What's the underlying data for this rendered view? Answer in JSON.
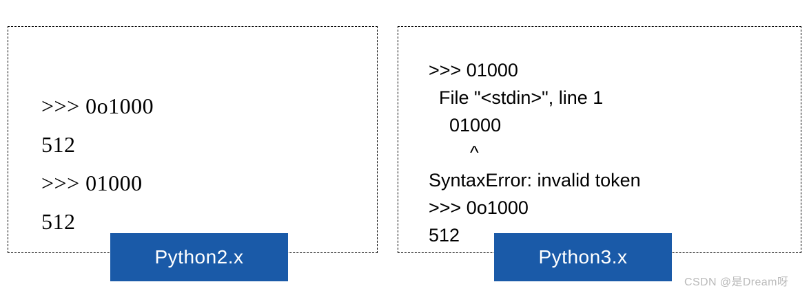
{
  "page": {
    "background_color": "#ffffff",
    "accent_color": "#1a5aa8"
  },
  "panels": [
    {
      "id": "left",
      "label": "Python2.x",
      "border_style": "dashed",
      "font_style": "serif",
      "console_lines": ">>> 0o1000\n512\n>>> 01000\n512"
    },
    {
      "id": "right",
      "label": "Python3.x",
      "border_style": "dashed",
      "font_style": "sans-serif",
      "console_lines": ">>> 01000\n  File \"<stdin>\", line 1\n    01000\n        ^\nSyntaxError: invalid token\n>>> 0o1000\n512"
    }
  ],
  "watermark": {
    "text": "CSDN @是Dream呀",
    "color": "#b9b9b9"
  }
}
